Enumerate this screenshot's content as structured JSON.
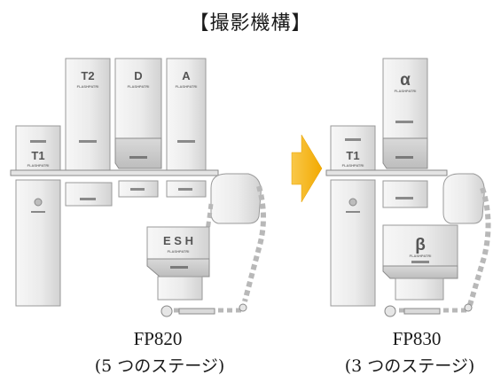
{
  "title": "【撮影機構】",
  "left": {
    "model": "FP820",
    "stages": "(5 つのステージ)",
    "units": {
      "t1": "T1",
      "t2": "T2",
      "d": "D",
      "a": "A",
      "esh": "E S H"
    },
    "brand": "FLASHPATRI"
  },
  "right": {
    "model": "FP830",
    "stages": "(3 つのステージ)",
    "units": {
      "t1": "T1",
      "alpha": "α",
      "beta": "β"
    },
    "brand": "FLASHPATRI"
  },
  "colors": {
    "arrow": "#f7b500",
    "panel": "#ececec",
    "edge": "#9a9a9a"
  }
}
